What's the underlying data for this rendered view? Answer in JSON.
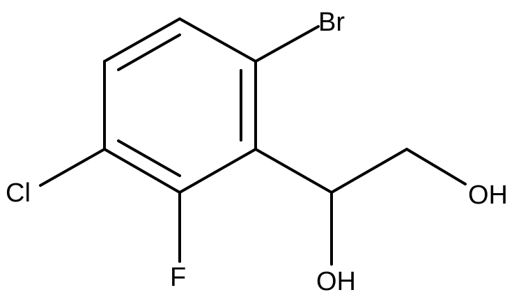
{
  "molecule": {
    "labels": {
      "br": "Br",
      "cl": "Cl",
      "f": "F",
      "oh_secondary": "OH",
      "oh_primary": "OH"
    }
  }
}
